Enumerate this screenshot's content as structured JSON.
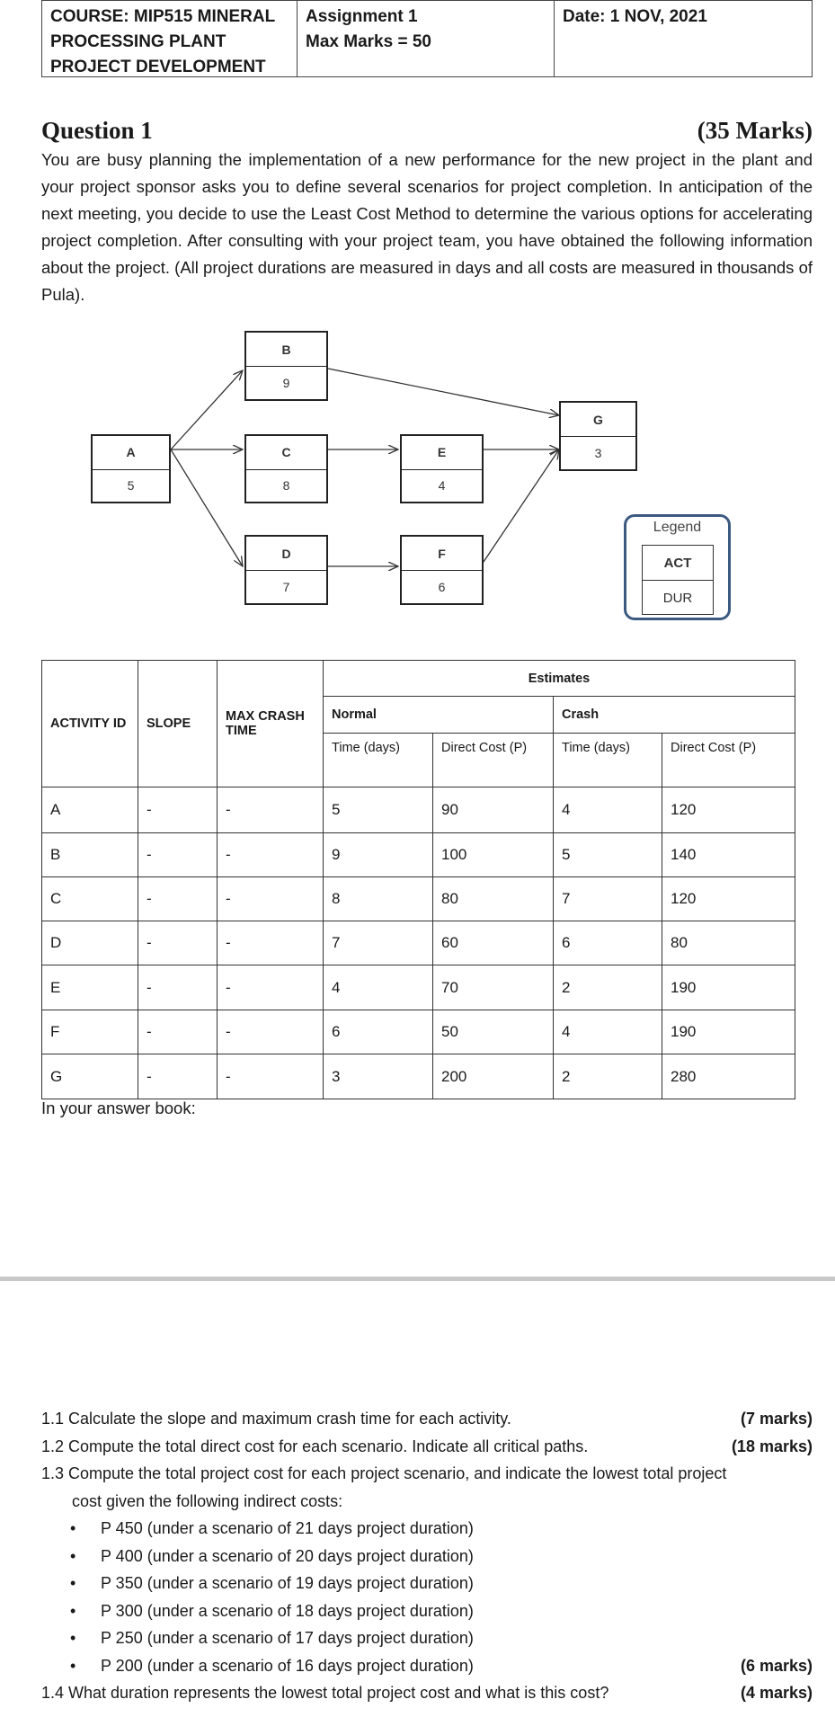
{
  "header": {
    "course_lines": [
      "COURSE: MIP515 MINERAL",
      "PROCESSING PLANT",
      "PROJECT DEVELOPMENT"
    ],
    "assignment": "Assignment 1",
    "max_marks": "Max Marks = 50",
    "date": "Date: 1 NOV, 2021"
  },
  "question": {
    "title": "Question 1",
    "marks": "(35 Marks)",
    "intro": "You are busy planning the implementation of a new performance for the new project in the plant and your project sponsor asks you to define several scenarios for project completion.  In anticipation of the next meeting, you decide to use the Least Cost Method to determine the various options for accelerating project completion.  After consulting with your project team, you have obtained the following information about the project.  (All project durations are measured in days and all costs are measured in thousands of Pula)."
  },
  "network": {
    "nodes": [
      {
        "act": "A",
        "dur": "5"
      },
      {
        "act": "B",
        "dur": "9"
      },
      {
        "act": "C",
        "dur": "8"
      },
      {
        "act": "D",
        "dur": "7"
      },
      {
        "act": "E",
        "dur": "4"
      },
      {
        "act": "F",
        "dur": "6"
      },
      {
        "act": "G",
        "dur": "3"
      }
    ],
    "legend": {
      "title": "Legend",
      "act": "ACT",
      "dur": "DUR"
    }
  },
  "table": {
    "estimates": "Estimates",
    "h_activity": "ACTIVITY ID",
    "h_slope": "SLOPE",
    "h_max_crash": "MAX CRASH TIME",
    "h_normal": "Normal",
    "h_crash": "Crash",
    "h_time": "Time (days)",
    "h_cost": "Direct Cost (P)",
    "rows": [
      [
        "A",
        "-",
        "-",
        "5",
        "90",
        "4",
        "120"
      ],
      [
        "B",
        "-",
        "-",
        "9",
        "100",
        "5",
        "140"
      ],
      [
        "C",
        "-",
        "-",
        "8",
        "80",
        "7",
        "120"
      ],
      [
        "D",
        "-",
        "-",
        "7",
        "60",
        "6",
        "80"
      ],
      [
        "E",
        "-",
        "-",
        "4",
        "70",
        "2",
        "190"
      ],
      [
        "F",
        "-",
        "-",
        "6",
        "50",
        "4",
        "190"
      ],
      [
        "G",
        "-",
        "-",
        "3",
        "200",
        "2",
        "280"
      ]
    ]
  },
  "answer_book": "In your answer book:",
  "subquestions": {
    "q1_1": "1.1 Calculate the slope and maximum crash time for each activity.",
    "q1_1_marks": "(7 marks)",
    "q1_2": "1.2 Compute the total direct cost for each scenario.  Indicate all critical paths.",
    "q1_2_marks": "(18 marks)",
    "q1_3_line1": "1.3 Compute the total project cost for each project scenario, and indicate the lowest total project",
    "q1_3_line2": "cost given the following indirect costs:",
    "bullets": [
      "P 450 (under a scenario of 21 days project duration)",
      "P 400 (under a scenario of 20 days project duration)",
      "P 350 (under a scenario of 19 days project duration)",
      "P 300 (under a scenario of 18 days project duration)",
      "P 250 (under a scenario of 17 days project duration)",
      "P 200 (under a scenario of 16 days project duration)"
    ],
    "q1_3_marks": "(6 marks)",
    "q1_4": "1.4 What duration represents the lowest total project cost and what is this cost?",
    "q1_4_marks": "(4 marks)"
  }
}
